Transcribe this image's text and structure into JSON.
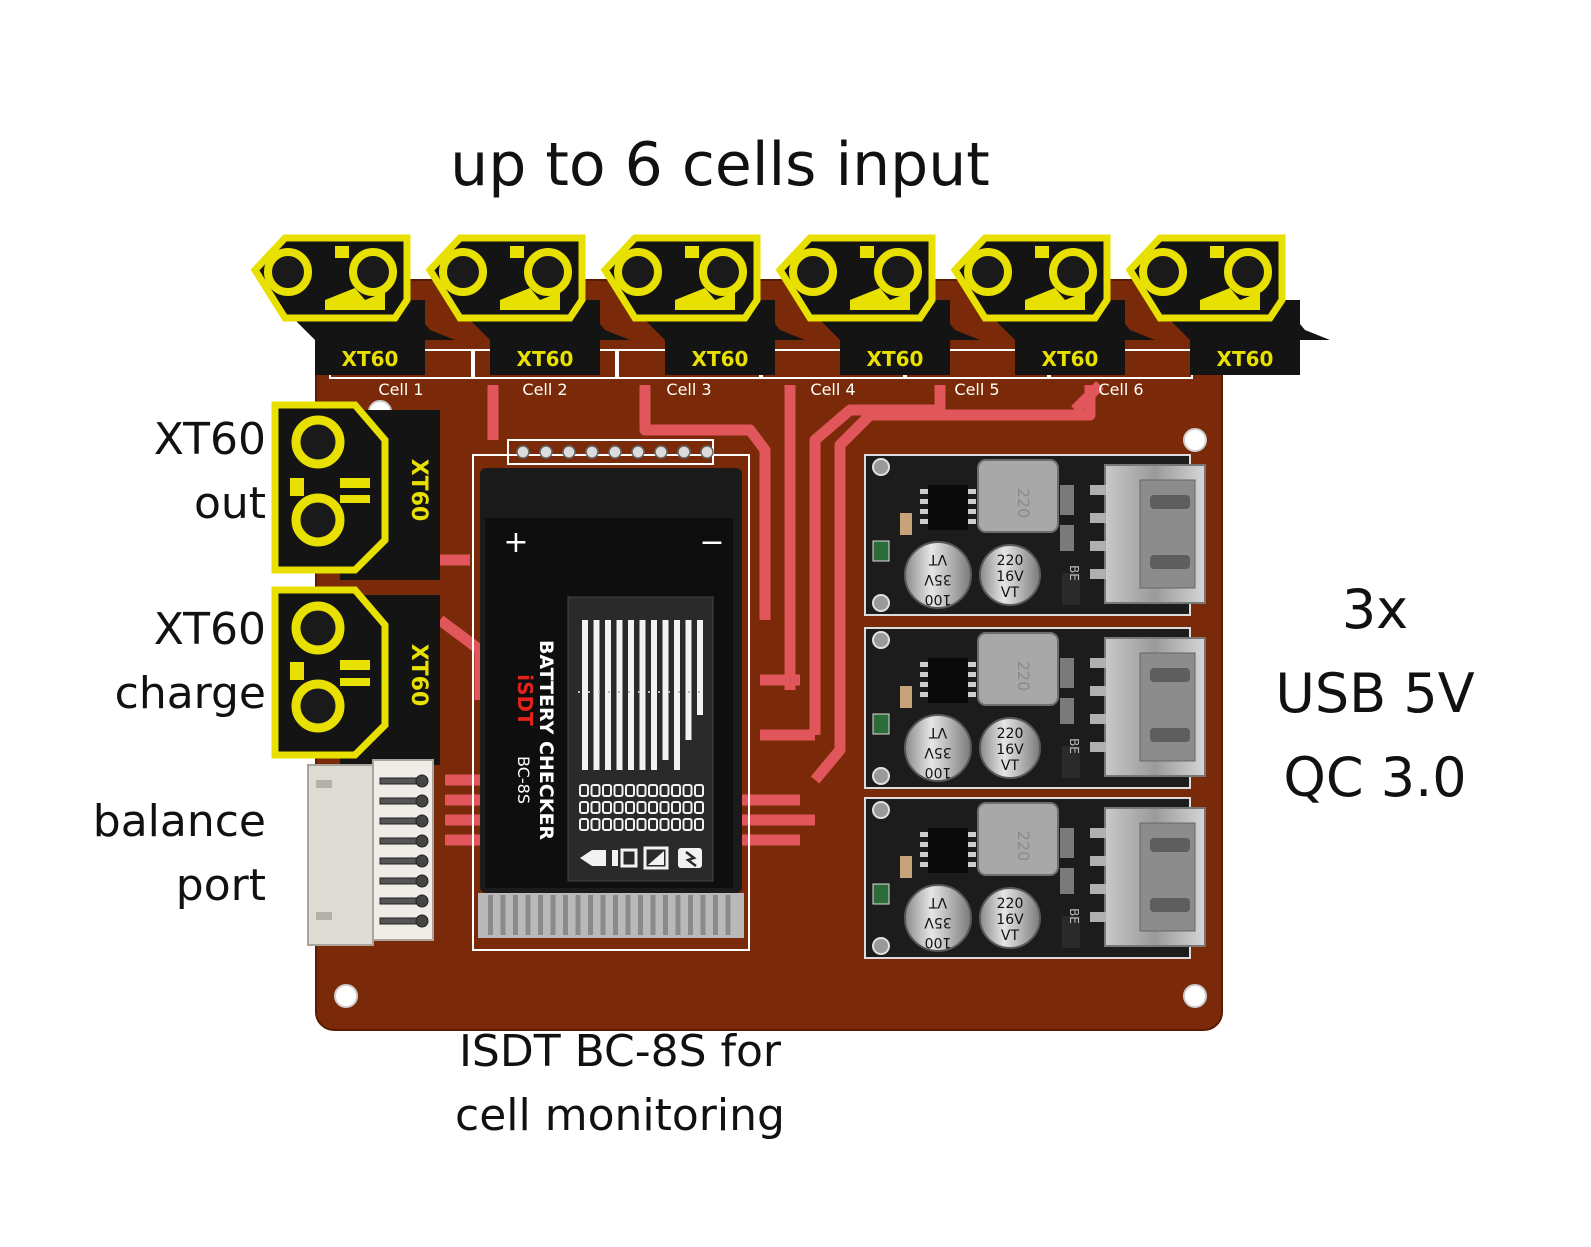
{
  "labels": {
    "input_title": "up to 6 cells input",
    "xt60_out": [
      "XT60",
      "out"
    ],
    "xt60_charge": [
      "XT60",
      "charge"
    ],
    "balance_port": [
      "balance",
      "port"
    ],
    "usb_note": [
      "3x",
      "USB 5V",
      "QC 3.0"
    ],
    "checker_note": [
      "ISDT BC-8S for",
      "cell monitoring"
    ]
  },
  "cells": [
    "Cell 1",
    "Cell 2",
    "Cell 3",
    "Cell 4",
    "Cell 5",
    "Cell 6"
  ],
  "connector_marking": "XT60",
  "checker": {
    "brand": "iSDT",
    "name": "BATTERY CHECKER",
    "model": "BC-8S",
    "plus": "+",
    "minus": "−"
  },
  "usb_modules": [
    {
      "inductor": "220",
      "cap_left": [
        "100",
        "35V",
        "VT"
      ],
      "cap_right": [
        "220",
        "16V",
        "VT"
      ],
      "silk": "BE"
    },
    {
      "inductor": "220",
      "cap_left": [
        "100",
        "35V",
        "VT"
      ],
      "cap_right": [
        "220",
        "16V",
        "VT"
      ],
      "silk": "BE"
    },
    {
      "inductor": "220",
      "cap_left": [
        "100",
        "35V",
        "VT"
      ],
      "cap_right": [
        "220",
        "16V",
        "VT"
      ],
      "silk": "BE"
    }
  ],
  "colors": {
    "pcb": "#7a2a08",
    "trace": "#e0565a",
    "connector_yellow": "#e8e000",
    "connector_black": "#141414",
    "module_black": "#1c1c1c"
  }
}
